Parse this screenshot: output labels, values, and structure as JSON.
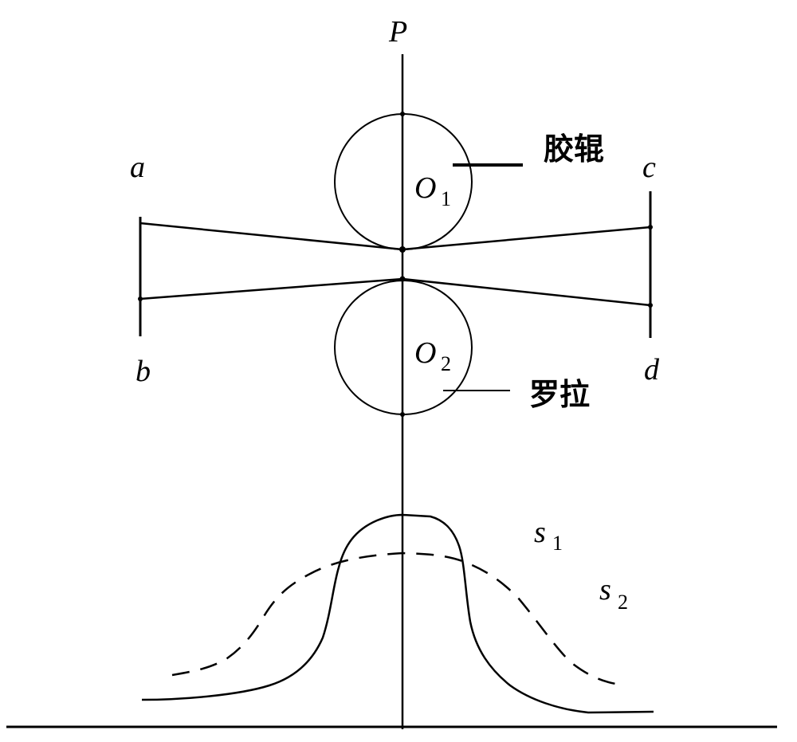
{
  "labels": {
    "axis": "P",
    "a": "a",
    "b": "b",
    "c": "c",
    "d": "d",
    "o1": "O",
    "o1_sub": "1",
    "o2": "O",
    "o2_sub": "2",
    "s1": "s",
    "s1_sub": "1",
    "s2": "s",
    "s2_sub": "2"
  },
  "callouts": {
    "rubber_roller": "胶辊",
    "top_roller": "罗拉"
  },
  "curves": {
    "s1_style": "solid",
    "s2_style": "dashed"
  }
}
